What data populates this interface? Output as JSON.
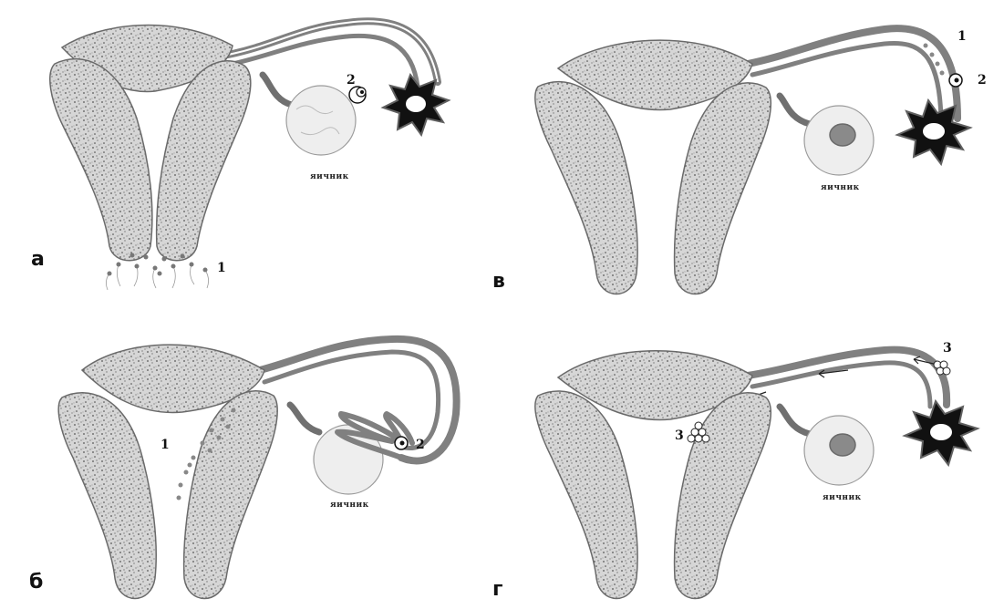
{
  "panels": {
    "a": {
      "letter": "а",
      "ovary_label": "яичник",
      "labels": [
        "1",
        "2"
      ]
    },
    "b": {
      "letter": "б",
      "ovary_label": "яичник",
      "labels": [
        "1",
        "2"
      ]
    },
    "v": {
      "letter": "в",
      "ovary_label": "яичник",
      "labels": [
        "1",
        "2"
      ]
    },
    "g": {
      "letter": "г",
      "ovary_label": "яичник",
      "labels": [
        "3",
        "3"
      ]
    }
  },
  "colors": {
    "tissue_fill": "#d2d2d2",
    "tissue_stroke": "#6a6a6a",
    "tube": "#808080",
    "follicle": "#111111",
    "ovary_fill": "#eeeeee",
    "corpus": "#8a8a8a"
  }
}
